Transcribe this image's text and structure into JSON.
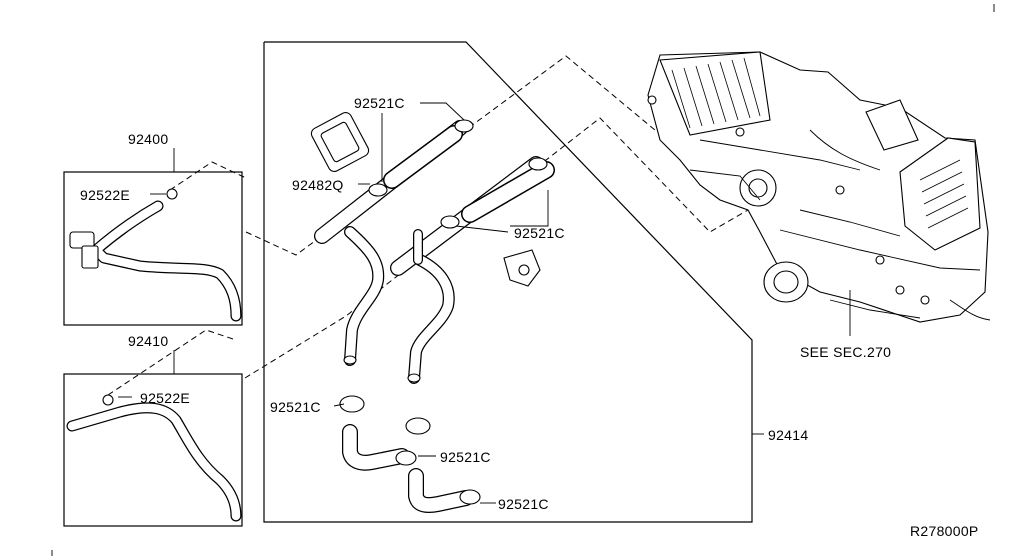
{
  "labels": {
    "main_assembly": "92414",
    "hose_front": "92400",
    "hose_rear": "92410",
    "clip_front": "92522E",
    "clip_rear": "92522E",
    "seal": "92482Q",
    "clamp_upper": "92521C",
    "clamp_right": "92521C",
    "clamp_lower_left": "92521C",
    "clamp_lower_mid": "92521C",
    "clamp_bottom": "92521C",
    "reference": "SEE SEC.270",
    "drawing_code": "R278000P"
  }
}
